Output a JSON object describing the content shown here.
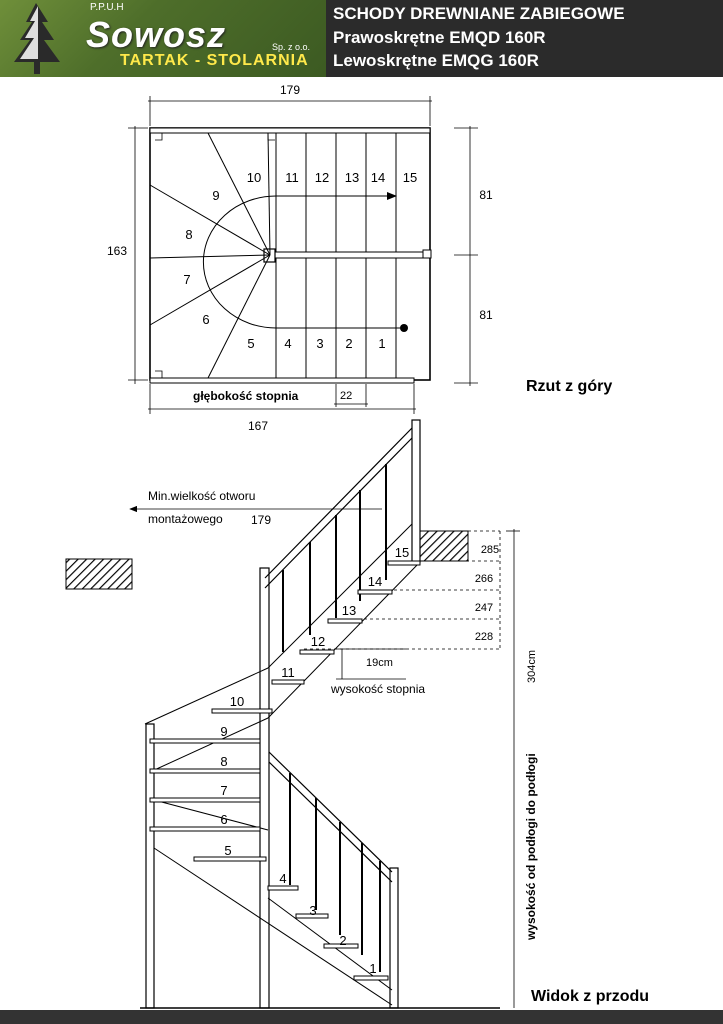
{
  "header": {
    "logo": {
      "prefix": "P.P.U.H",
      "brand": "Sowosz",
      "suffix": "Sp. z o.o.",
      "tagline": "TARTAK - STOLARNIA"
    },
    "title_lines": [
      "SCHODY DREWNIANE ZABIEGOWE",
      "Prawoskrętne EMQD 160R",
      "Lewoskrętne EMQG 160R"
    ]
  },
  "plan_view": {
    "caption": "Rzut z góry",
    "dim_top": "179",
    "dim_left": "163",
    "dim_right_upper": "81",
    "dim_right_lower": "81",
    "dim_bottom": "167",
    "tread_depth_label": "głębokość stopnia",
    "tread_depth_value": "22",
    "step_numbers": [
      "1",
      "2",
      "3",
      "4",
      "5",
      "6",
      "7",
      "8",
      "9",
      "10",
      "11",
      "12",
      "13",
      "14",
      "15"
    ]
  },
  "front_view": {
    "caption": "Widok z przodu",
    "opening_label_1": "Min.wielkość otworu",
    "opening_label_2": "montażowego",
    "opening_value": "179",
    "step_height_value": "19cm",
    "step_height_label": "wysokość stopnia",
    "floor_height_label": "wysokość od podłogi do podłogi",
    "floor_height_value": "304cm",
    "level_values": [
      "285",
      "266",
      "247",
      "228"
    ],
    "step_numbers": [
      "1",
      "2",
      "3",
      "4",
      "5",
      "6",
      "7",
      "8",
      "9",
      "10",
      "11",
      "12",
      "13",
      "14",
      "15"
    ]
  }
}
